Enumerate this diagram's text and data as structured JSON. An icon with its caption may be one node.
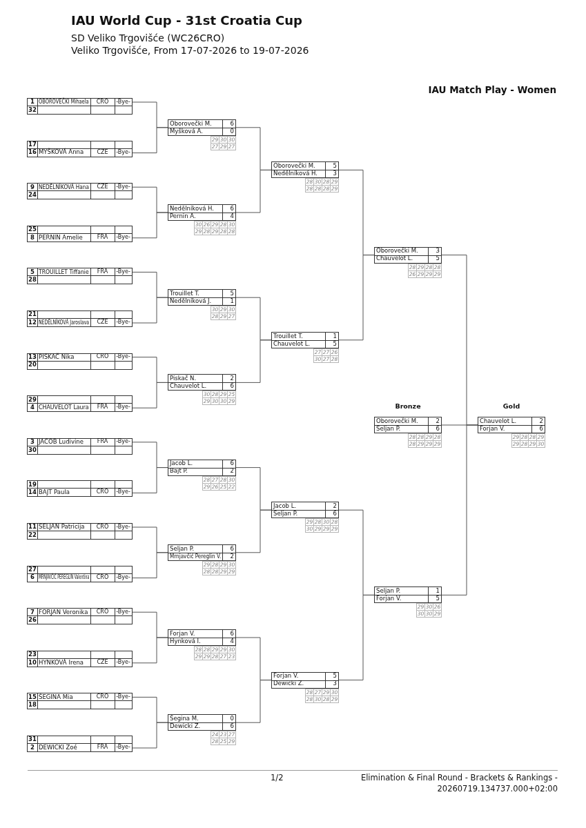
{
  "diagram": {
    "title": "IAU World Cup - 31st Croatia Cup",
    "nodes": [
      {
        "text": [
          "1",
          "OBOROVEČKI Mihaela",
          "CRO",
          "-Bye-"
        ]
      },
      {
        "text": [
          "32"
        ]
      },
      {
        "text": [
          "17"
        ]
      },
      {
        "text": [
          "16",
          "MYŠKOVÁ Anna",
          "CZE",
          "-Bye-"
        ]
      },
      {
        "text": [
          "9",
          "NEDĚLNÍKOVÁ Hana",
          "CZE",
          "-Bye-"
        ]
      },
      {
        "text": [
          "24"
        ]
      },
      {
        "text": [
          "25"
        ]
      },
      {
        "text": [
          "8",
          "PERNIN Amelie",
          "FRA",
          "-Bye-"
        ]
      },
      {
        "text": [
          "5",
          "TROUILLET Tiffanie",
          "FRA",
          "-Bye-"
        ]
      },
      {
        "text": [
          "28"
        ]
      },
      {
        "text": [
          "21"
        ]
      },
      {
        "text": [
          "12",
          "NEDĚLNÍKOVÁ Jaroslava",
          "CZE",
          "-Bye-"
        ]
      },
      {
        "text": [
          "13",
          "PISKAČ Nika",
          "CRO",
          "-Bye-"
        ]
      },
      {
        "text": [
          "20"
        ]
      },
      {
        "text": [
          "29"
        ]
      },
      {
        "text": [
          "4",
          "CHAUVELOT Laura",
          "FRA",
          "-Bye-"
        ]
      },
      {
        "text": [
          "3",
          "JACOB Ludivine",
          "FRA",
          "-Bye-"
        ]
      },
      {
        "text": [
          "30"
        ]
      },
      {
        "text": [
          "19"
        ]
      },
      {
        "text": [
          "14",
          "BAJT Paula",
          "CRO",
          "-Bye-"
        ]
      },
      {
        "text": [
          "11",
          "SELJAN Patricija",
          "CRO",
          "-Bye-"
        ]
      },
      {
        "text": [
          "22"
        ]
      },
      {
        "text": [
          "27"
        ]
      },
      {
        "text": [
          "6",
          "MRNJAVČIĆ PEREGLIN Valentina",
          "CRO",
          "-Bye-"
        ]
      },
      {
        "text": [
          "7",
          "FORJAN Veronika",
          "CRO",
          "-Bye-"
        ]
      },
      {
        "text": [
          "26"
        ]
      },
      {
        "text": [
          "23"
        ]
      },
      {
        "text": [
          "10",
          "HYNKOVÁ Irena",
          "CZE",
          "-Bye-"
        ]
      },
      {
        "text": [
          "15",
          "ŠEGINA Mia",
          "CRO",
          "-Bye-"
        ]
      },
      {
        "text": [
          "18"
        ]
      },
      {
        "text": [
          "31"
        ]
      },
      {
        "text": [
          "2",
          "DEWICKI Zoé",
          "FRA",
          "-Bye-"
        ]
      },
      {
        "text": [
          "Oborovečki M.",
          "6",
          "Myšková A.",
          "0"
        ],
        "beside": [
          "29",
          "30",
          "30",
          "27",
          "29",
          "27"
        ]
      },
      {
        "text": [
          "Nedělníková H.",
          "6",
          "Pernin A.",
          "4"
        ],
        "beside": [
          "30",
          "26",
          "29",
          "28",
          "30",
          "29",
          "28",
          "29",
          "28",
          "28"
        ]
      },
      {
        "text": [
          "Trouillet T.",
          "5",
          "Nedělníková J.",
          "1"
        ],
        "beside": [
          "30",
          "29",
          "30",
          "28",
          "29",
          "27"
        ]
      },
      {
        "text": [
          "Piskač N.",
          "2",
          "Chauvelot L.",
          "6"
        ],
        "beside": [
          "30",
          "28",
          "29",
          "25",
          "29",
          "30",
          "30",
          "29"
        ]
      },
      {
        "text": [
          "Jacob L.",
          "6",
          "Bajt P.",
          "2"
        ],
        "beside": [
          "28",
          "27",
          "28",
          "30",
          "29",
          "26",
          "25",
          "22"
        ]
      },
      {
        "text": [
          "Seljan P.",
          "6",
          "Mrnjavčić Pereglin V.",
          "2"
        ],
        "beside": [
          "29",
          "28",
          "29",
          "30",
          "28",
          "28",
          "29",
          "29"
        ]
      },
      {
        "text": [
          "Forjan V.",
          "6",
          "Hynková I.",
          "4"
        ],
        "beside": [
          "28",
          "28",
          "29",
          "29",
          "30",
          "29",
          "29",
          "28",
          "27",
          "23"
        ]
      },
      {
        "text": [
          "Šegina M.",
          "0",
          "Dewicki Z.",
          "6"
        ],
        "beside": [
          "24",
          "23",
          "27",
          "28",
          "25",
          "29"
        ]
      },
      {
        "text": [
          "Oborovečki M.",
          "5",
          "Nedělníková H.",
          "3"
        ],
        "beside": [
          "28",
          "30",
          "28",
          "29",
          "28",
          "28",
          "28",
          "29"
        ]
      },
      {
        "text": [
          "Trouillet T.",
          "1",
          "Chauvelot L.",
          "5"
        ],
        "beside": [
          "27",
          "27",
          "26",
          "30",
          "27",
          "28"
        ]
      },
      {
        "text": [
          "Jacob L.",
          "2",
          "Seljan P.",
          "6"
        ],
        "beside": [
          "29",
          "28",
          "30",
          "28",
          "30",
          "29",
          "29",
          "29"
        ]
      },
      {
        "text": [
          "Forjan V.",
          "5",
          "Dewicki Z.",
          "3"
        ],
        "beside": [
          "28",
          "27",
          "29",
          "30",
          "28",
          "30",
          "28",
          "29"
        ]
      },
      {
        "text": [
          "Oborovečki M.",
          "3",
          "Chauvelot L.",
          "5"
        ],
        "beside": [
          "28",
          "29",
          "28",
          "28",
          "26",
          "29",
          "29",
          "29"
        ]
      },
      {
        "text": [
          "Seljan P.",
          "1",
          "Forjan V.",
          "5"
        ],
        "beside": [
          "29",
          "30",
          "26",
          "30",
          "30",
          "29"
        ]
      },
      {
        "text": [
          "Bronze",
          "Oborovečki M.",
          "2",
          "Seljan P.",
          "6"
        ],
        "beside": [
          "28",
          "28",
          "29",
          "28",
          "28",
          "29",
          "29",
          "29"
        ]
      },
      {
        "text": [
          "Gold",
          "Chauvelot L.",
          "2",
          "Forjan V.",
          "6"
        ],
        "beside": [
          "29",
          "28",
          "28",
          "29",
          "29",
          "28",
          "29",
          "30"
        ]
      }
    ],
    "edges": [
      {
        "from": 0,
        "to": 32,
        "arrow": "none"
      },
      {
        "from": 3,
        "to": 32,
        "arrow": "none"
      },
      {
        "from": 4,
        "to": 33,
        "arrow": "none"
      },
      {
        "from": 7,
        "to": 33,
        "arrow": "none"
      },
      {
        "from": 8,
        "to": 34,
        "arrow": "none"
      },
      {
        "from": 11,
        "to": 34,
        "arrow": "none"
      },
      {
        "from": 12,
        "to": 35,
        "arrow": "none"
      },
      {
        "from": 15,
        "to": 35,
        "arrow": "none"
      },
      {
        "from": 16,
        "to": 36,
        "arrow": "none"
      },
      {
        "from": 19,
        "to": 36,
        "arrow": "none"
      },
      {
        "from": 20,
        "to": 37,
        "arrow": "none"
      },
      {
        "from": 23,
        "to": 37,
        "arrow": "none"
      },
      {
        "from": 24,
        "to": 38,
        "arrow": "none"
      },
      {
        "from": 27,
        "to": 38,
        "arrow": "none"
      },
      {
        "from": 28,
        "to": 39,
        "arrow": "none"
      },
      {
        "from": 31,
        "to": 39,
        "arrow": "none"
      },
      {
        "from": 32,
        "to": 40,
        "arrow": "none"
      },
      {
        "from": 33,
        "to": 40,
        "arrow": "none"
      },
      {
        "from": 34,
        "to": 41,
        "arrow": "none"
      },
      {
        "from": 35,
        "to": 41,
        "arrow": "none"
      },
      {
        "from": 36,
        "to": 42,
        "arrow": "none"
      },
      {
        "from": 37,
        "to": 42,
        "arrow": "none"
      },
      {
        "from": 38,
        "to": 43,
        "arrow": "none"
      },
      {
        "from": 39,
        "to": 43,
        "arrow": "none"
      },
      {
        "from": 40,
        "to": 44,
        "arrow": "none"
      },
      {
        "from": 41,
        "to": 44,
        "arrow": "none"
      },
      {
        "from": 42,
        "to": 45,
        "arrow": "none"
      },
      {
        "from": 43,
        "to": 45,
        "arrow": "none"
      },
      {
        "from": 44,
        "to": 47,
        "arrow": "none"
      },
      {
        "from": 45,
        "to": 47,
        "arrow": "none"
      },
      {
        "from": 46,
        "to": 47,
        "arrow": "none"
      }
    ],
    "labels": [
      "SD Veliko Trgovišće (WC26CRO)",
      "Veliko Trgovišće, From 17-07-2026 to 19-07-2026",
      "IAU Match Play - Women",
      "1/2",
      "Elimination & Final Round - Brackets & Rankings - 20260719.134737.000+02:00"
    ]
  }
}
